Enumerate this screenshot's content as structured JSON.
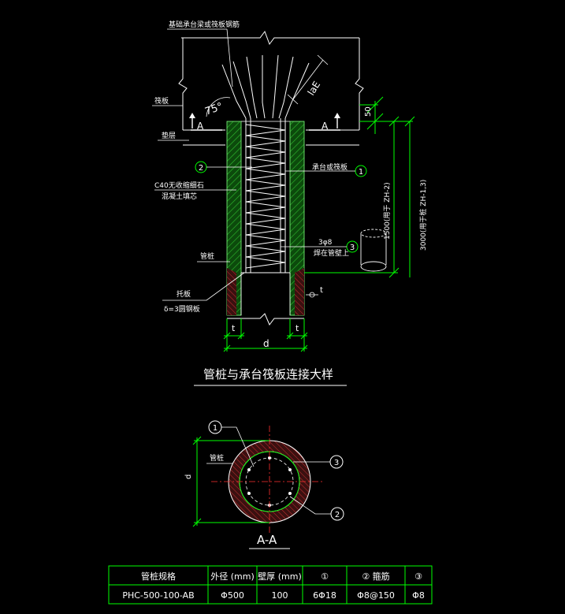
{
  "top_label": "基础承台梁或筏板钢筋",
  "angle_label": "75°",
  "lae_label": "laE",
  "section_marks": {
    "left": "A",
    "right": "A"
  },
  "dim_50": "50",
  "dim_1500": "1500(用于 ZH-2)",
  "dim_3000": "3000(用于桩 ZH-1,3)",
  "left_labels": {
    "top_slab": "筏板",
    "cushion": "垫层",
    "concrete_line1": "C40无收缩细石",
    "concrete_line2": "混凝土填芯",
    "pipe_pile": "管桩",
    "tuoban_line1": "托板",
    "tuoban_line2": "δ=3圆钢板"
  },
  "right_labels": {
    "rebar1": "承台或筏板",
    "rebar3_line1": "3φ8",
    "rebar3_line2": "焊在管壁上",
    "t_sym": "t"
  },
  "circle_nums": {
    "one": "1",
    "two": "2",
    "three": "3"
  },
  "dim_t_left": "t",
  "dim_t_right": "t",
  "dim_d": "d",
  "main_title": "管桩与承台筏板连接大样",
  "section": {
    "pipe_label": "管桩",
    "d_label": "d",
    "title": "A-A"
  },
  "table": {
    "headers": [
      "管桩规格",
      "外径 (mm)",
      "壁厚 (mm)",
      "①",
      "② 箍筋",
      "③"
    ],
    "row": [
      "PHC-500-100-AB",
      "Φ500",
      "100",
      "6Φ18",
      "Φ8@150",
      "Φ8"
    ]
  },
  "colors": {
    "white": "#ffffff",
    "green": "#00ff00",
    "cyan": "#00ffff",
    "red": "#ff3030",
    "hatch": "#00b400"
  }
}
